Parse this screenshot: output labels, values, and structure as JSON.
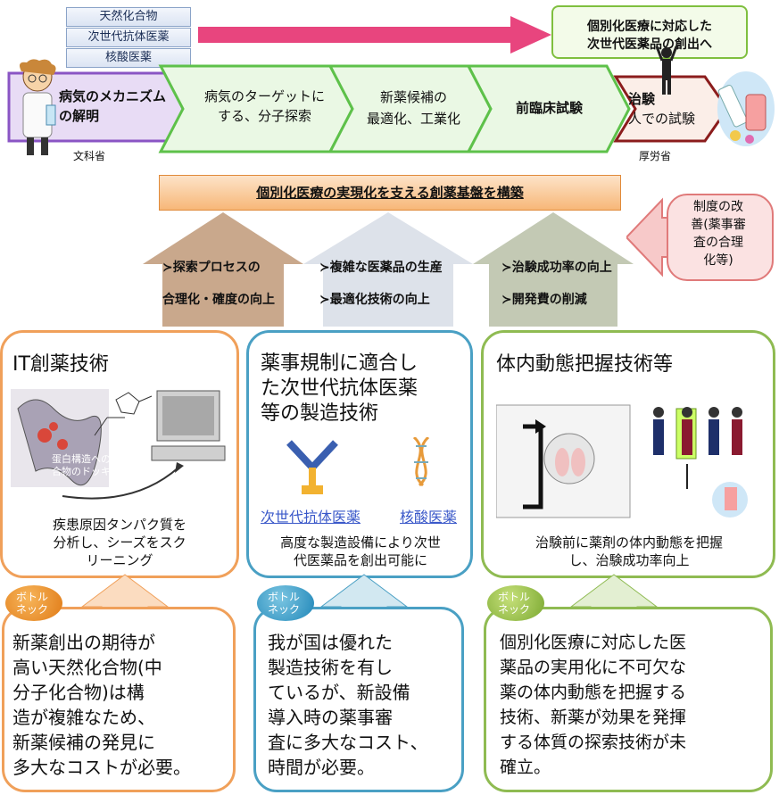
{
  "top_labels": [
    "天然化合物",
    "次世代抗体医薬",
    "核酸医薬"
  ],
  "goal": {
    "line1": "個別化医療に対応した",
    "line2": "次世代医薬品の創出へ"
  },
  "pipeline": {
    "stage1": {
      "line1": "病気のメカニズム",
      "line2": "の解明"
    },
    "stage2": {
      "line1": "病気のターゲットに",
      "line2": "する、分子探索"
    },
    "stage3": {
      "line1": "新薬候補の",
      "line2": "最適化、工業化"
    },
    "stage4": {
      "line1": "前臨床試験"
    },
    "stage5": {
      "line1": "治験",
      "line2": "人での試験"
    }
  },
  "ministries": {
    "left": "文科省",
    "right": "厚労省"
  },
  "base_bar": "個別化医療の実現化を支える創薬基盤を構築",
  "system_reform": {
    "line1": "制度の改",
    "line2": "善(薬事審",
    "line3": "査の合理",
    "line4": "化等)"
  },
  "up_arrows": [
    {
      "line1": "≻探索プロセスの",
      "line2": "合理化・確度の向上"
    },
    {
      "line1": "≻複雑な医薬品の生産",
      "line2": "≻最適化技術の向上"
    },
    {
      "line1": "≻治験成功率の向上",
      "line2": "≻開発費の削減"
    }
  ],
  "cards": [
    {
      "title": "IT創薬技術",
      "figure_text_1": "蛋白構造への化",
      "figure_text_2": "合物のドッキング",
      "desc1": "疾患原因タンパク質を",
      "desc2": "分析し、シーズをスク",
      "desc3": "リーニング"
    },
    {
      "title1": "薬事規制に適合し",
      "title2": "た次世代抗体医薬",
      "title3": "等の製造技術",
      "link1": "次世代抗体医薬",
      "link2": "核酸医薬",
      "desc1": "高度な製造設備により次世",
      "desc2": "代医薬品を創出可能に"
    },
    {
      "title": "体内動態把握技術等",
      "desc1": "治験前に薬剤の体内動態を把握",
      "desc2": "し、治験成功率向上"
    }
  ],
  "badge": {
    "line1": "ボトル",
    "line2": "ネック"
  },
  "bottlenecks": [
    [
      "新薬創出の期待が",
      "高い天然化合物(中",
      "分子化合物)は構",
      "造が複雑なため、",
      "新薬候補の発見に",
      "多大なコストが必要。"
    ],
    [
      "我が国は優れた",
      "製造技術を有し",
      "ているが、新設備",
      "導入時の薬事審",
      "査に多大なコスト、",
      "時間が必要。"
    ],
    [
      "個別化医療に対応した医",
      "薬品の実用化に不可欠な",
      "薬の体内動態を把握する",
      "技術、新薬が効果を発揮",
      "する体質の探索技術が未",
      "確立。"
    ]
  ],
  "colors": {
    "orange": "#f0a05a",
    "blue": "#4aa0c4",
    "green": "#8fbb52",
    "pink": "#e8457e",
    "arrow_green": "#5ec14a"
  }
}
